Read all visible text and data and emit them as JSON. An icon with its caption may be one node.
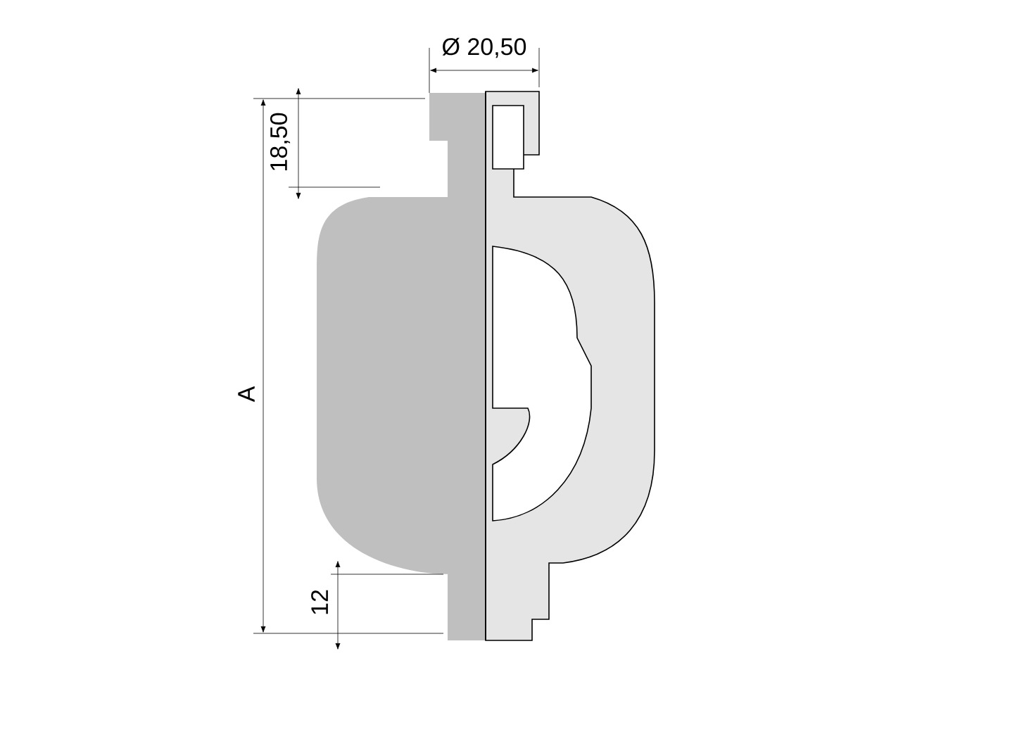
{
  "diagram": {
    "labels": [
      "Ø 20,50",
      "18,50",
      "A",
      "12"
    ]
  }
}
